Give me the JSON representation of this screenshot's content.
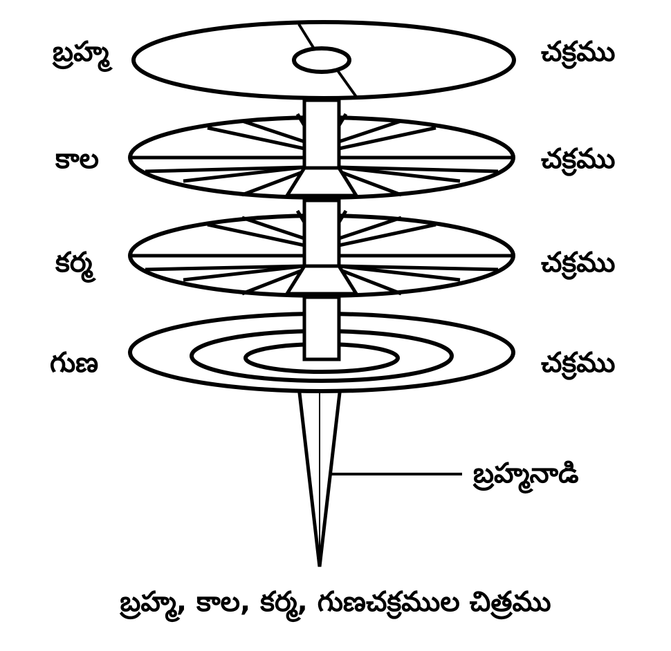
{
  "diagram": {
    "left_labels": [
      "బ్రహ్మ",
      "కాల",
      "కర్మ",
      "గుణ"
    ],
    "right_labels": [
      "చక్రము",
      "చక్రము",
      "చక్రము",
      "చక్రము"
    ],
    "pointer_label": "బ్రహ్మనాడి",
    "caption": "బ్రహ్మ, కాల, కర్మ, గుణచక్రముల చిత్రము"
  },
  "colors": {
    "stroke": "#000000",
    "background": "#ffffff"
  }
}
